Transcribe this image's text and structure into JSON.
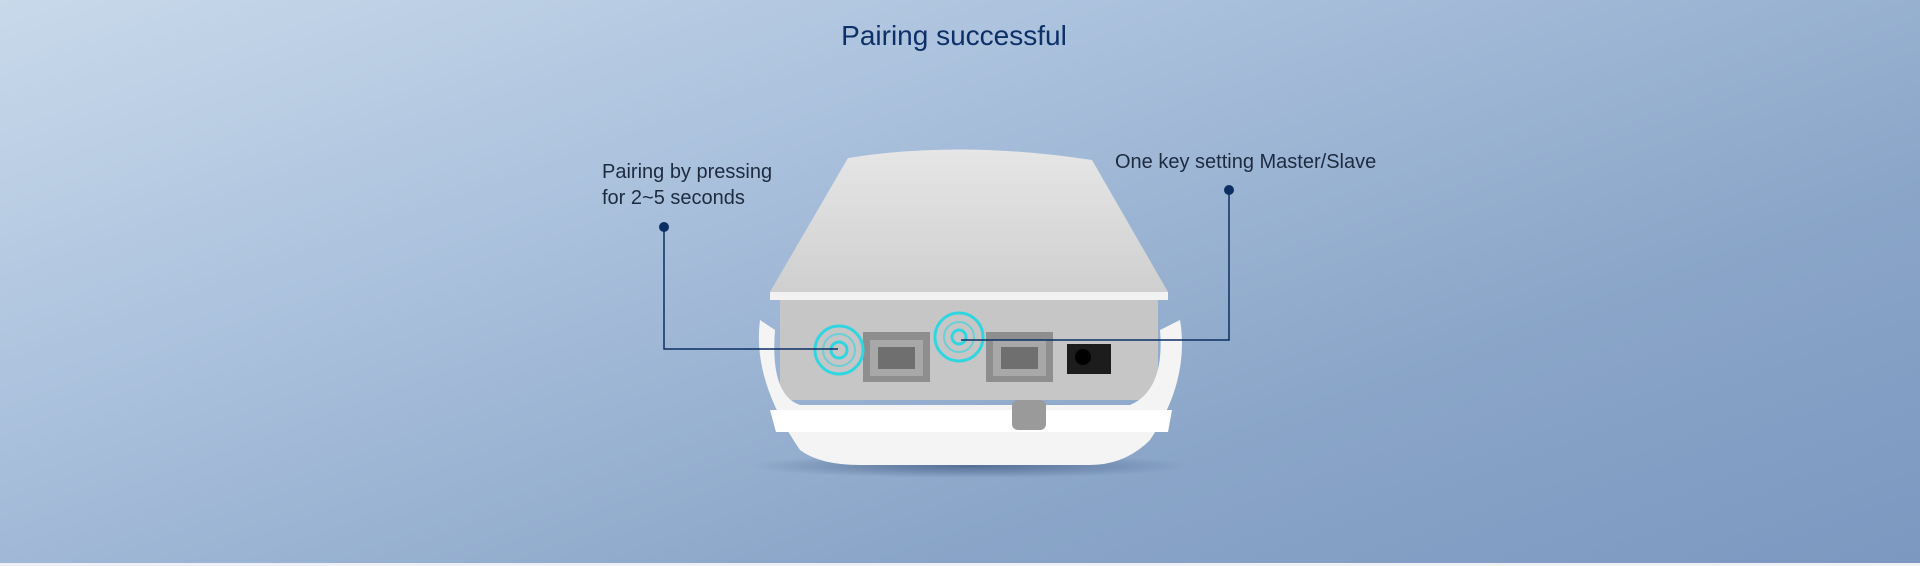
{
  "title": "Pairing successful",
  "callouts": {
    "left": {
      "line1": "Pairing by pressing",
      "line2": "for 2~5 seconds"
    },
    "right": {
      "text": "One key setting Master/Slave"
    }
  },
  "colors": {
    "accent": "#0c2f63",
    "ring": "#2fd6e0"
  }
}
